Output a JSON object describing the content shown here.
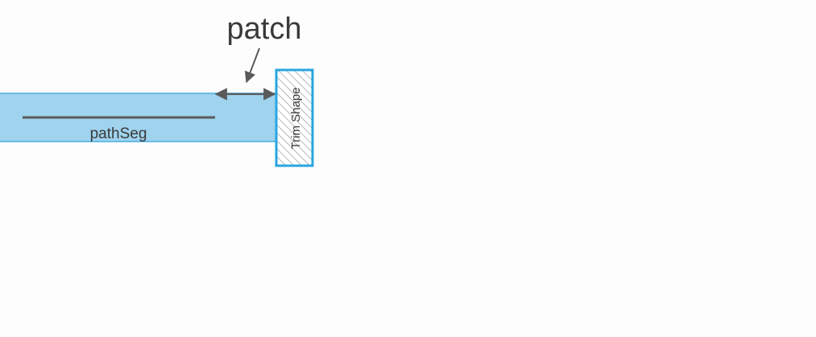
{
  "diagram": {
    "patch_label": "patch",
    "path_segment_label": "pathSeg",
    "trim_shape_label": "Trim Shape"
  },
  "colors": {
    "background": "#fdfdfd",
    "path_fill": "#9fd3ee",
    "path_stroke": "#4aaee0",
    "trim_border": "#29a6e0",
    "hatch_line": "#8a8a8a",
    "dark_line": "#5a5a5a",
    "text": "#3a3a3a"
  }
}
